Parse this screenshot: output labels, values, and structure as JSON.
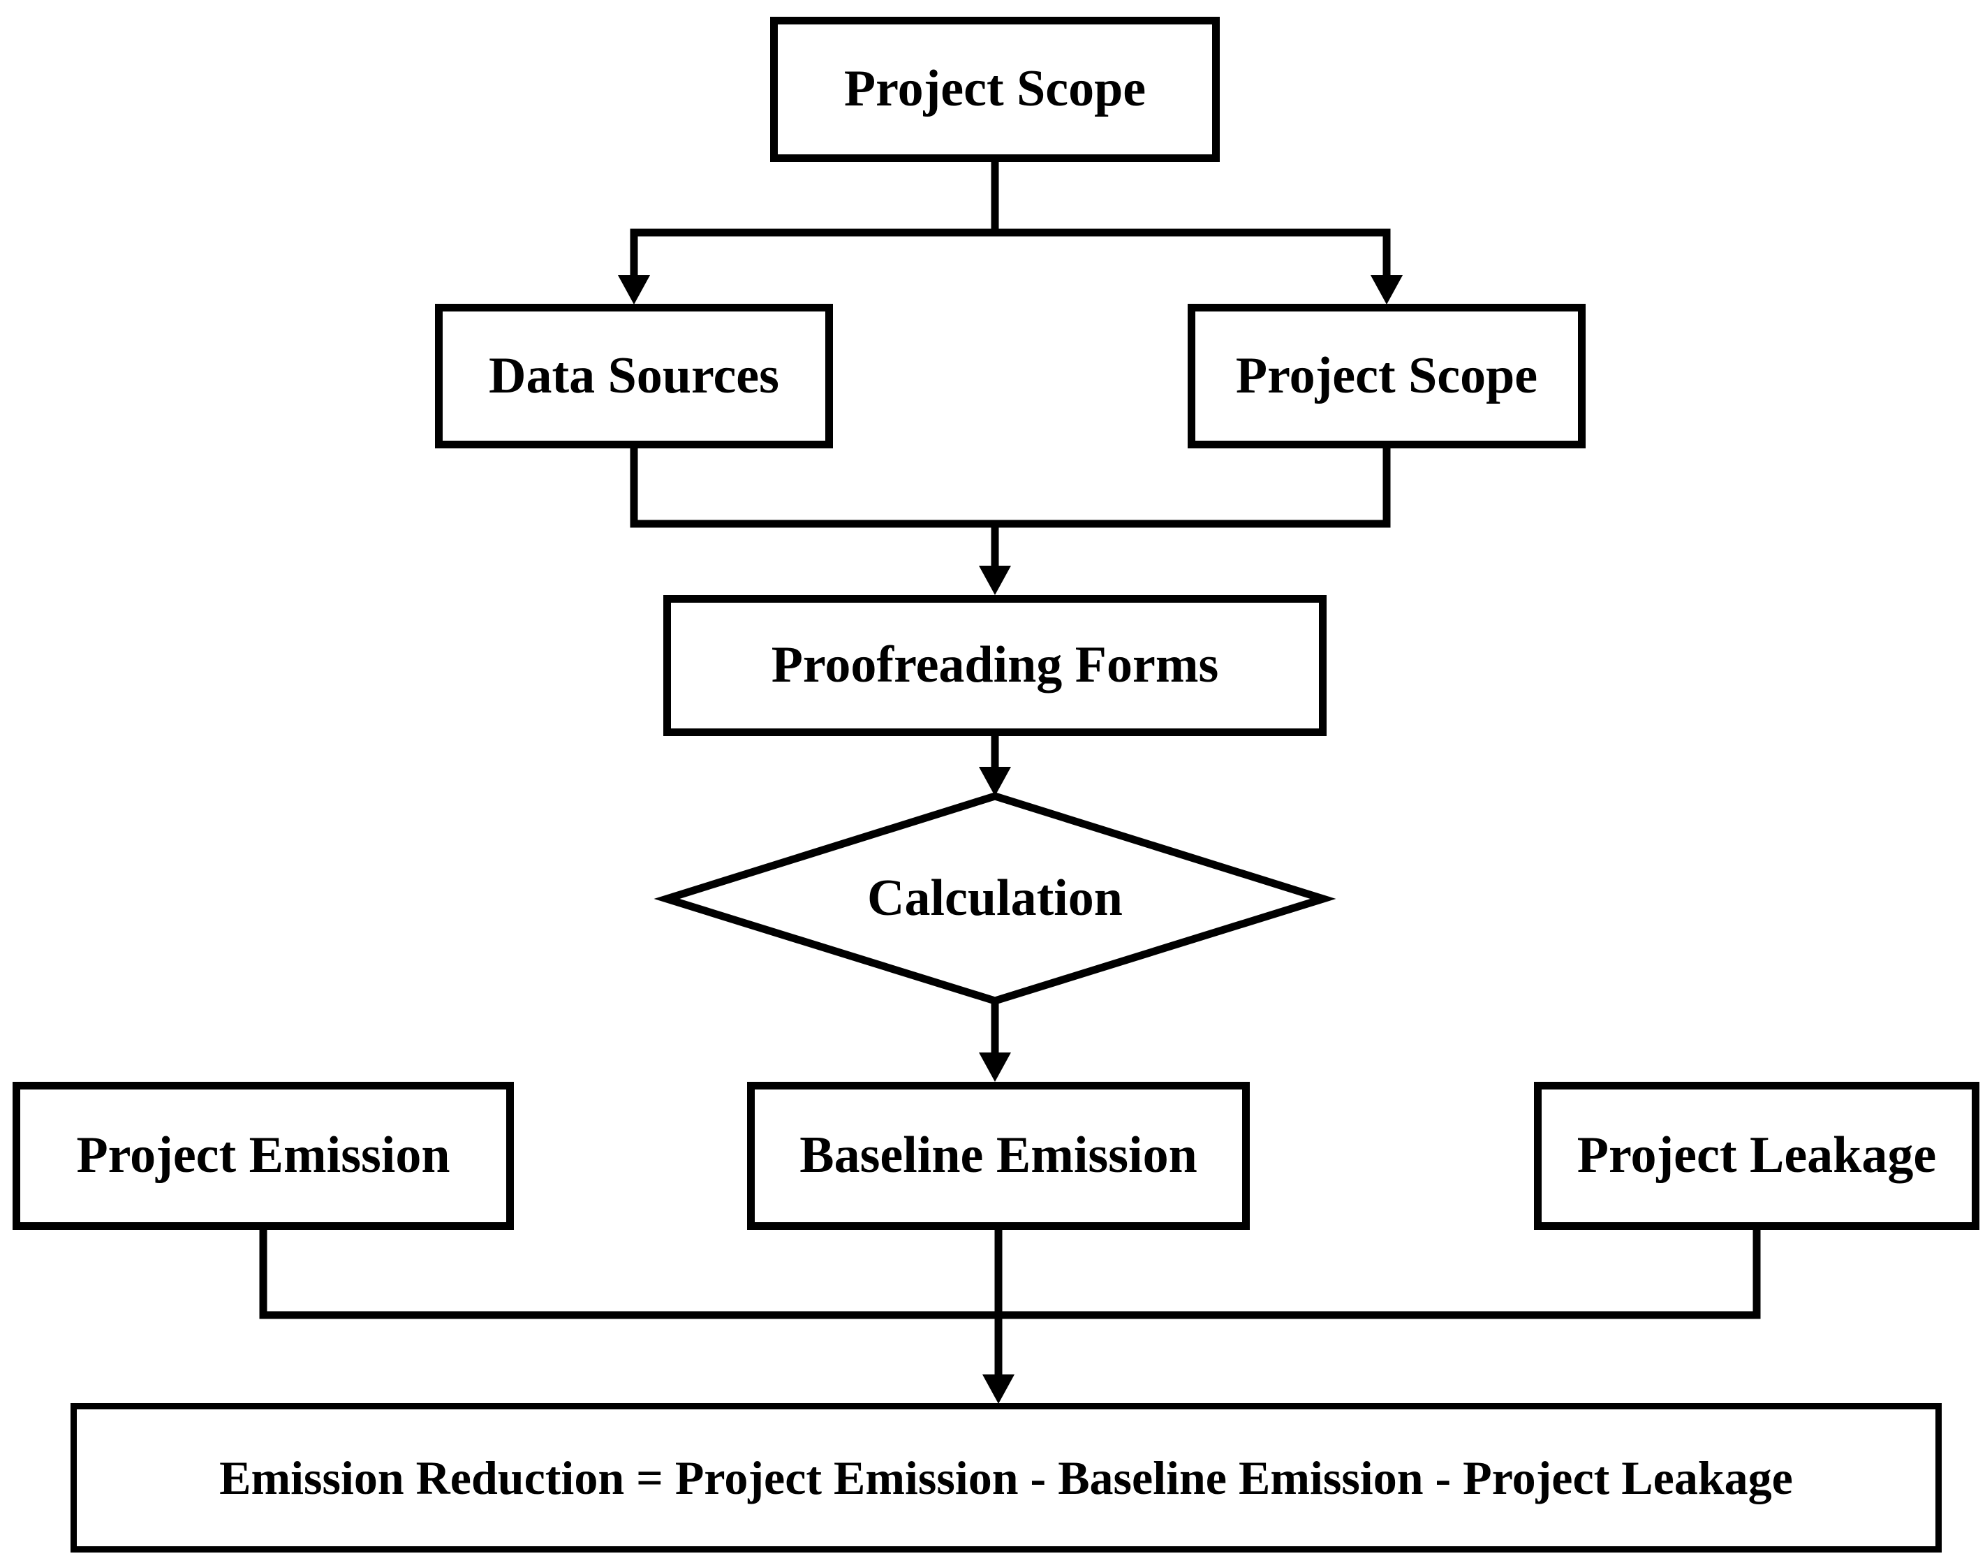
{
  "colors": {
    "background": "#ffffff",
    "stroke": "#000000",
    "text": "#000000"
  },
  "nodes": {
    "project_scope_top": "Project Scope",
    "data_sources": "Data Sources",
    "project_scope_right": "Project Scope",
    "proofreading_forms": "Proofreading Forms",
    "calculation": "Calculation",
    "project_emission": "Project Emission",
    "baseline_emission": "Baseline Emission",
    "project_leakage": "Project Leakage",
    "formula": "Emission Reduction = Project Emission - Baseline Emission - Project Leakage"
  }
}
